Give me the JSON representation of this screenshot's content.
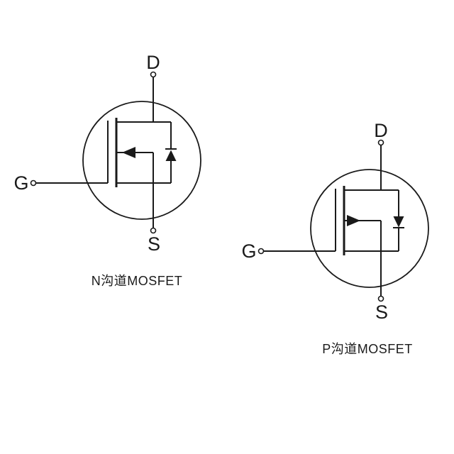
{
  "page": {
    "background": "#ffffff",
    "line_color": "#1a1a1a"
  },
  "diagrams": [
    {
      "type": "n-channel-mosfet-symbol",
      "caption": "N沟道MOSFET",
      "terminals": {
        "drain": "D",
        "gate": "G",
        "source": "S"
      }
    },
    {
      "type": "p-channel-mosfet-symbol",
      "caption": "P沟道MOSFET",
      "terminals": {
        "drain": "D",
        "gate": "G",
        "source": "S"
      }
    }
  ]
}
